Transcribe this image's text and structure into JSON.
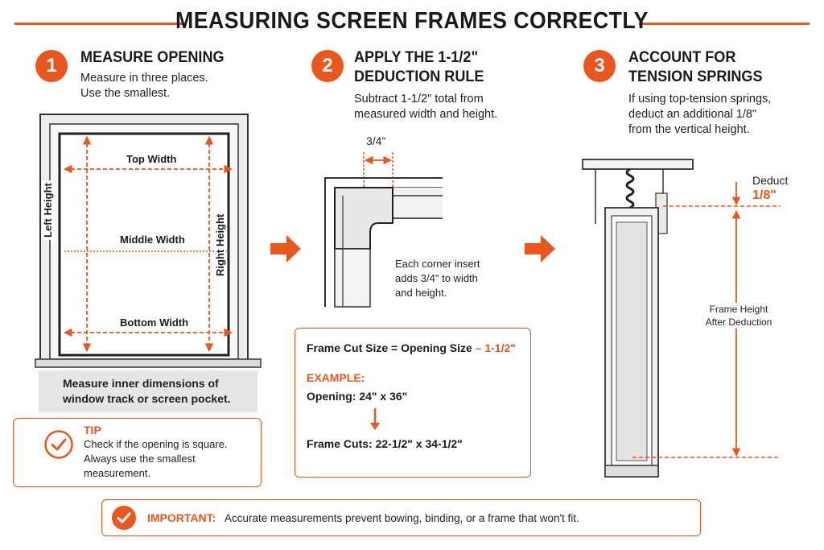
{
  "title": "MEASURING SCREEN FRAMES CORRECTLY",
  "colors": {
    "accent": "#e8571e",
    "text": "#1a1a1a",
    "panel": "#e6e6e6"
  },
  "step1": {
    "number": "1",
    "heading": "MEASURE OPENING",
    "desc": "Measure in three places.\nUse the smallest.",
    "labels": {
      "top_width": "Top Width",
      "middle_width": "Middle Width",
      "bottom_width": "Bottom Width",
      "left_height": "Left Height",
      "right_height": "Right Height"
    },
    "caption": "Measure inner dimensions of\nwindow track or screen pocket.",
    "tip": {
      "title": "TIP",
      "text": "Check if the opening is square.\nAlways use the smallest\nmeasurement.",
      "icon": "check-circle-icon"
    }
  },
  "step2": {
    "number": "2",
    "heading": "APPLY THE 1-1/2\"\nDEDUCTION RULE",
    "desc": "Subtract 1-1/2\" total from\nmeasured width and height.",
    "corner_dim": "3/4\"",
    "corner_note": "Each corner insert\nadds 3/4\" to width\nand height.",
    "formula": {
      "left": "Frame Cut Size =",
      "middle": "Opening Size",
      "right": "– 1-1/2\""
    },
    "example": {
      "title": "EXAMPLE:",
      "opening_label": "Opening:",
      "opening_value": "24\" x 36\"",
      "cuts_label": "Frame Cuts:",
      "cuts_value": "22-1/2\" x 34-1/2\""
    }
  },
  "step3": {
    "number": "3",
    "heading": "ACCOUNT FOR\nTENSION SPRINGS",
    "desc": "If using top-tension springs,\ndeduct an additional 1/8\"\nfrom the vertical height.",
    "deduct_label": "Deduct",
    "deduct_value": "1/8\"",
    "frame_height_label": "Frame Height\nAfter Deduction"
  },
  "important": {
    "label": "IMPORTANT:",
    "text": "Accurate measurements prevent bowing, binding, or a frame that won't fit.",
    "icon": "check-circle-icon"
  }
}
